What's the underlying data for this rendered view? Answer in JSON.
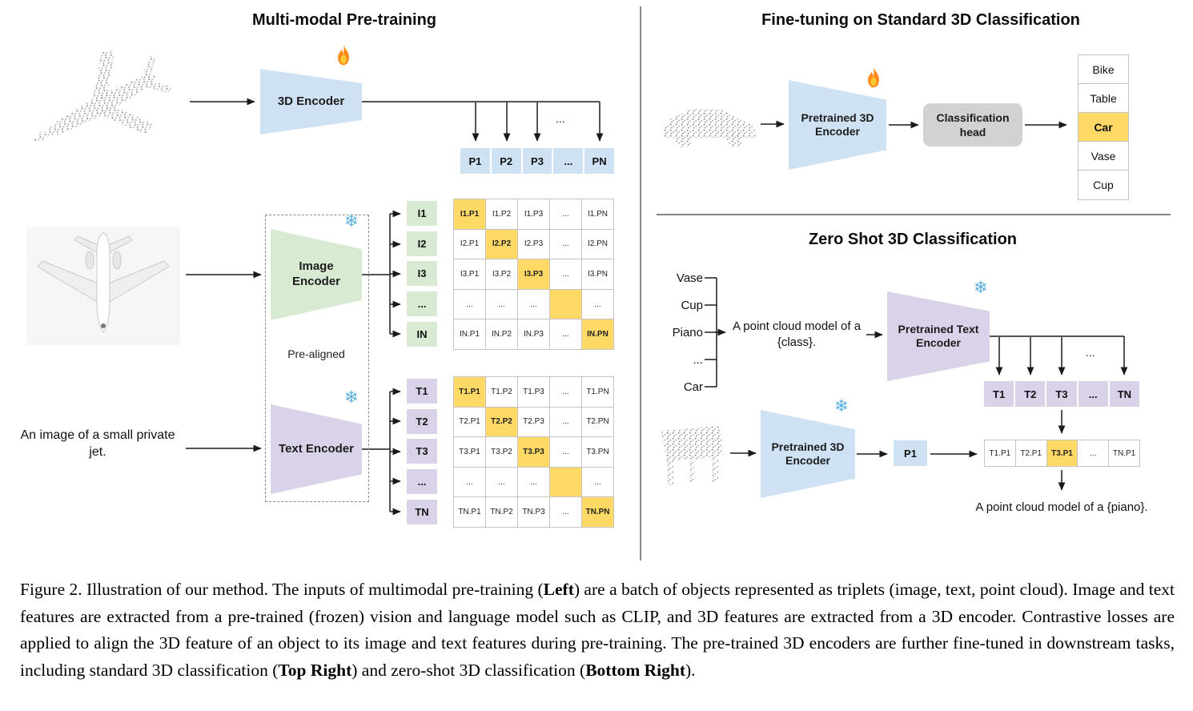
{
  "colors": {
    "blue": "#cfe2f3",
    "green": "#d9ead3",
    "purple": "#d9d2e9",
    "orange": "#ffd966",
    "gray_head": "#d2d2d2"
  },
  "icons": {
    "snowflake_glyph": "❄",
    "fire_icon": "fire-icon",
    "snowflake_icon": "snowflake-icon"
  },
  "pretrain": {
    "title": "Multi-modal Pre-training",
    "encoder_3d": {
      "label": "3D Encoder",
      "icon": "fire-icon"
    },
    "image_encoder": {
      "label": "Image Encoder",
      "icon": "snowflake-icon"
    },
    "text_encoder": {
      "label": "Text Encoder",
      "icon": "snowflake-icon"
    },
    "prealigned_label": "Pre-aligned",
    "image_caption": "An image of a small private jet.",
    "ellipsis": "...",
    "p_row": [
      "P1",
      "P2",
      "P3",
      "...",
      "PN"
    ],
    "i_col": [
      "I1",
      "I2",
      "I3",
      "...",
      "IN"
    ],
    "t_col": [
      "T1",
      "T2",
      "T3",
      "...",
      "TN"
    ],
    "i_matrix": [
      [
        "I1.P1",
        "I1.P2",
        "I1.P3",
        "...",
        "I1.PN"
      ],
      [
        "I2.P1",
        "I2.P2",
        "I2.P3",
        "...",
        "I2.PN"
      ],
      [
        "I3.P1",
        "I3.P2",
        "I3.P3",
        "...",
        "I3.PN"
      ],
      [
        "...",
        "...",
        "...",
        "",
        "..."
      ],
      [
        "IN.P1",
        "IN.P2",
        "IN.P3",
        "...",
        "IN.PN"
      ]
    ],
    "t_matrix": [
      [
        "T1.P1",
        "T1.P2",
        "T1.P3",
        "...",
        "T1.PN"
      ],
      [
        "T2.P1",
        "T2.P2",
        "T2.P3",
        "...",
        "T2.PN"
      ],
      [
        "T3.P1",
        "T3.P2",
        "T3.P3",
        "...",
        "T3.PN"
      ],
      [
        "...",
        "...",
        "...",
        "",
        "..."
      ],
      [
        "TN.P1",
        "TN.P2",
        "TN.P3",
        "...",
        "TN.PN"
      ]
    ]
  },
  "finetune": {
    "title": "Fine-tuning on Standard 3D Classification",
    "encoder": {
      "label": "Pretrained 3D Encoder",
      "icon": "fire-icon"
    },
    "head_label": "Classification head",
    "classes": [
      "Bike",
      "Table",
      "Car",
      "Vase",
      "Cup"
    ],
    "highlight_index": 2
  },
  "zeroshot": {
    "title": "Zero Shot 3D Classification",
    "classes": [
      "Vase",
      "Cup",
      "Piano",
      "...",
      "Car"
    ],
    "prompt": "A point cloud model of a {class}.",
    "text_encoder": {
      "label": "Pretrained Text Encoder",
      "icon": "snowflake-icon"
    },
    "encoder_3d": {
      "label": "Pretrained 3D Encoder",
      "icon": "snowflake-icon"
    },
    "ellipsis": "...",
    "t_row": [
      "T1",
      "T2",
      "T3",
      "...",
      "TN"
    ],
    "p_cell": "P1",
    "tp_row": [
      "T1.P1",
      "T2.P1",
      "T3.P1",
      "...",
      "TN.P1"
    ],
    "tp_highlight_index": 2,
    "result": "A point cloud model of a {piano}."
  },
  "caption": {
    "seg1": "Figure 2. Illustration of our method. The inputs of multimodal pre-training (",
    "bold1": "Left",
    "seg2": ") are a batch of objects represented as triplets (image, text, point cloud). Image and text features are extracted from a pre-trained (frozen) vision and language model such as CLIP, and 3D features are extracted from a 3D encoder. Contrastive losses are applied to align the 3D feature of an object to its image and text features during pre-training. The pre-trained 3D encoders are further fine-tuned in downstream tasks, including standard 3D classification (",
    "bold2": "Top Right",
    "seg3": ") and zero-shot 3D classification (",
    "bold3": "Bottom Right",
    "seg4": ")."
  }
}
